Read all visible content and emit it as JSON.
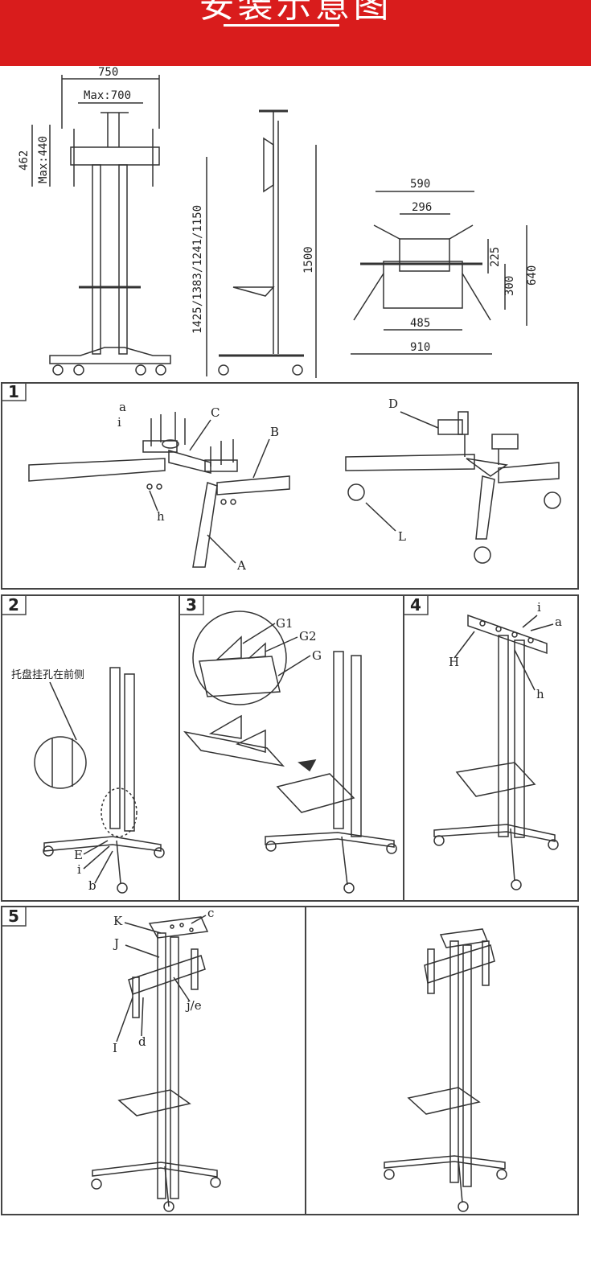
{
  "header": {
    "title": "安装示意图",
    "background": "#d91c1c"
  },
  "dimensions": {
    "width_total": "750",
    "width_max": "Max:700",
    "height_mount": "462",
    "height_max": "Max:440",
    "height_options": "1425/1383/1241/1150",
    "height_total": "1500",
    "base_590": "590",
    "base_296": "296",
    "base_225": "225",
    "base_640": "640",
    "base_300": "300",
    "base_485": "485",
    "base_910": "910"
  },
  "steps": [
    {
      "number": "1",
      "labels": {
        "a": "a",
        "i": "i",
        "C": "C",
        "B": "B",
        "h": "h",
        "A": "A",
        "D": "D",
        "L": "L"
      }
    },
    {
      "number": "2",
      "note": "托盘挂孔在前侧",
      "labels": {
        "E": "E",
        "i": "i",
        "b": "b"
      }
    },
    {
      "number": "3",
      "labels": {
        "G1": "G1",
        "G2": "G2",
        "G": "G"
      }
    },
    {
      "number": "4",
      "labels": {
        "i": "i",
        "a": "a",
        "H": "H",
        "h": "h"
      }
    },
    {
      "number": "5",
      "labels": {
        "K": "K",
        "c": "c",
        "J": "J",
        "je": "j/e",
        "I": "I",
        "d": "d"
      }
    }
  ]
}
